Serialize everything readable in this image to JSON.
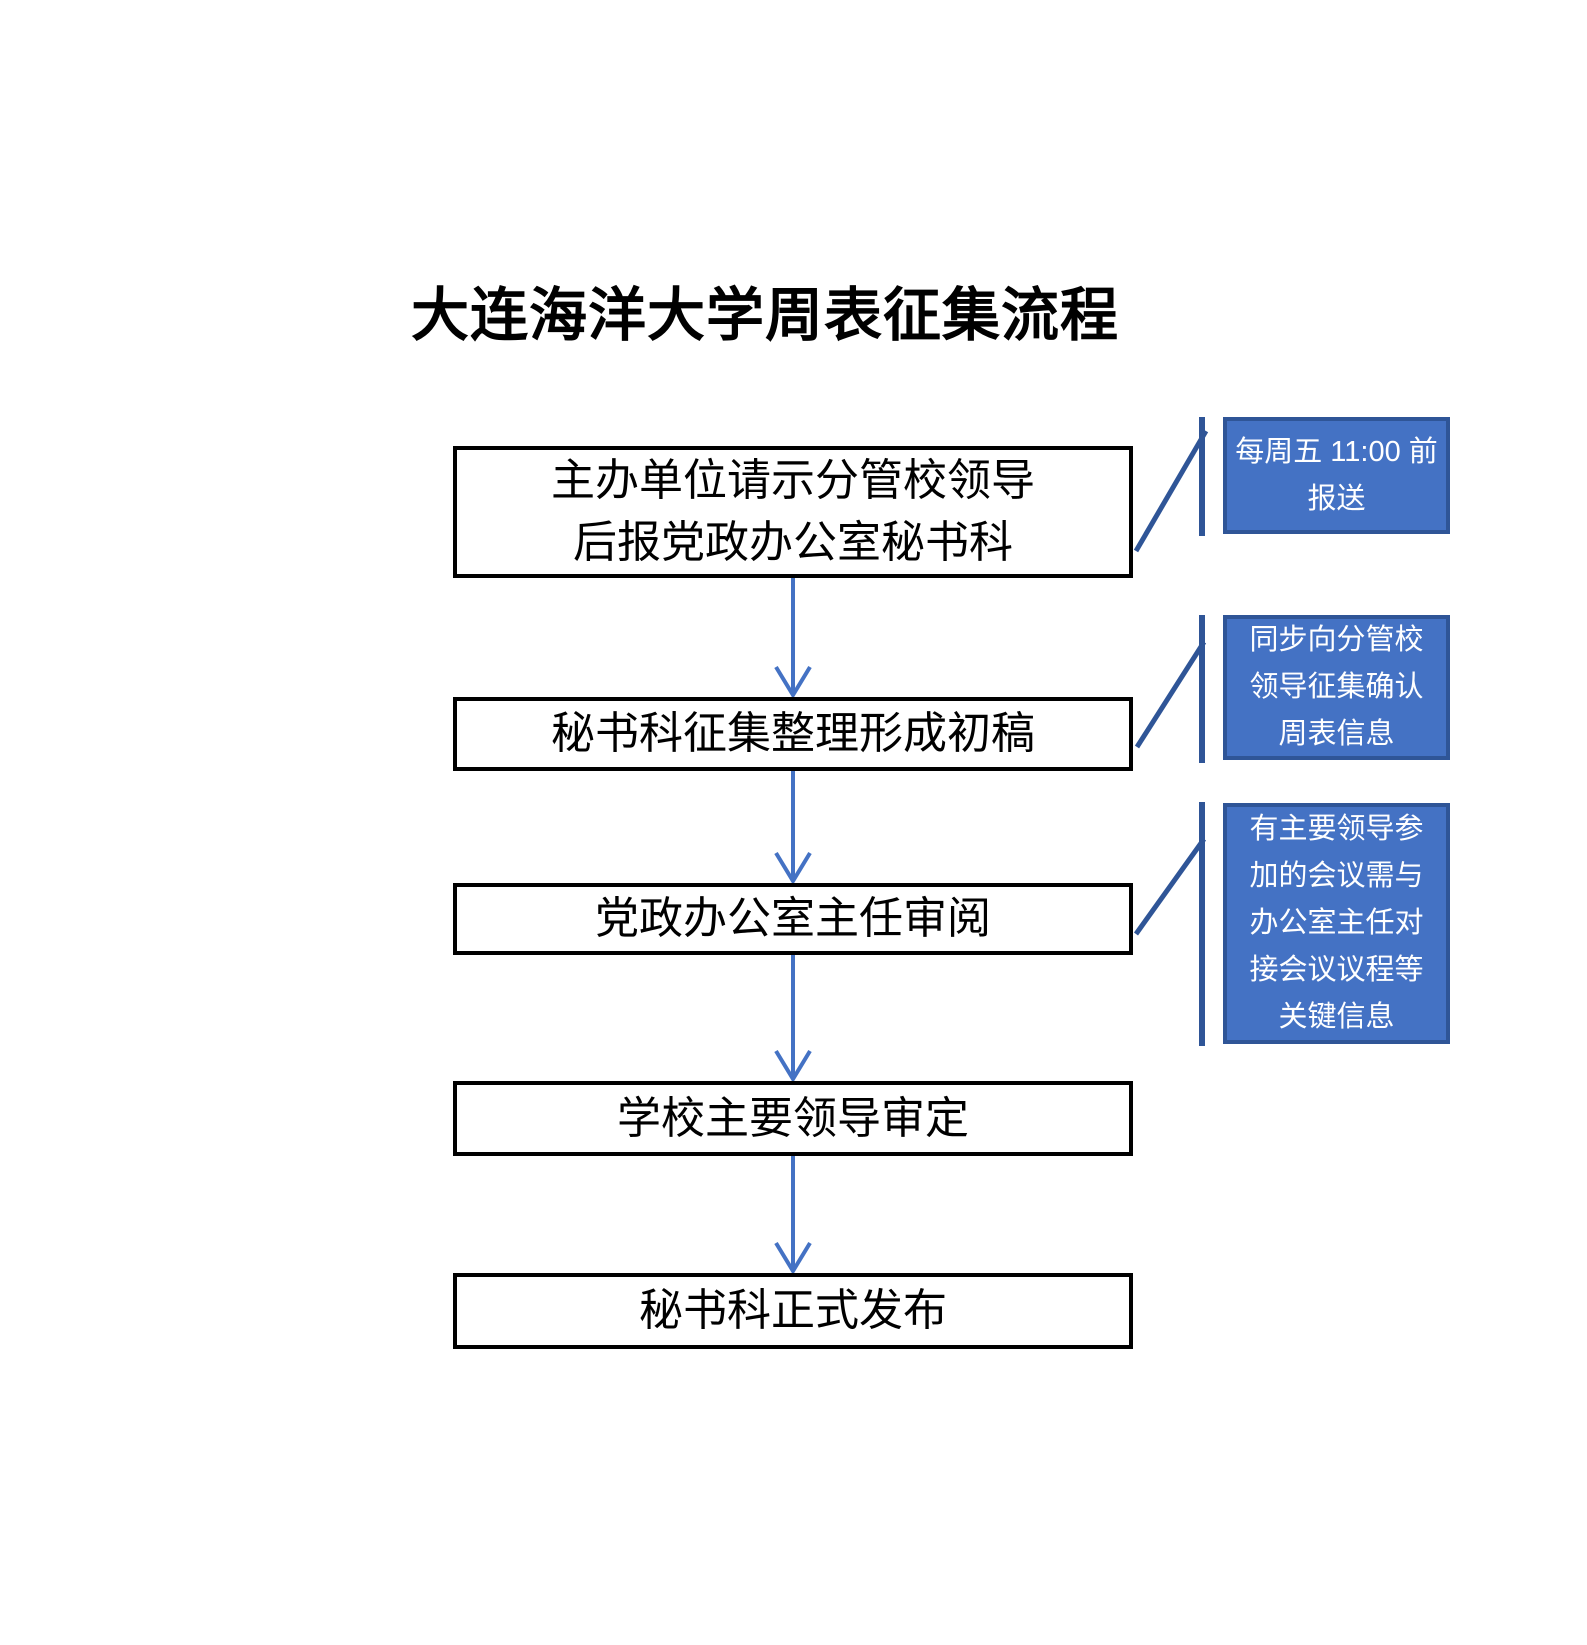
{
  "title": "大连海洋大学周表征集流程",
  "flow": {
    "steps": [
      {
        "lines": [
          "主办单位请示分管校领导",
          "后报党政办公室秘书科"
        ]
      },
      {
        "lines": [
          "秘书科征集整理形成初稿"
        ]
      },
      {
        "lines": [
          "党政办公室主任审阅"
        ]
      },
      {
        "lines": [
          "学校主要领导审定"
        ]
      },
      {
        "lines": [
          "秘书科正式发布"
        ]
      }
    ]
  },
  "callouts": [
    {
      "lines": [
        "每周五 11:00 前",
        "报送"
      ]
    },
    {
      "lines": [
        "同步向分管校",
        "领导征集确认",
        "周表信息"
      ]
    },
    {
      "lines": [
        "有主要领导参",
        "加的会议需与",
        "办公室主任对",
        "接会议议程等",
        "关键信息"
      ]
    }
  ],
  "colors": {
    "callout_fill": "#4472C4",
    "callout_border": "#2F5597",
    "callout_text": "#FFFFFF",
    "connector_arrow": "#4472C4",
    "accent_line": "#2F5597",
    "flow_box_border": "#000000",
    "flow_box_text": "#000000",
    "background": "#FFFFFF"
  }
}
